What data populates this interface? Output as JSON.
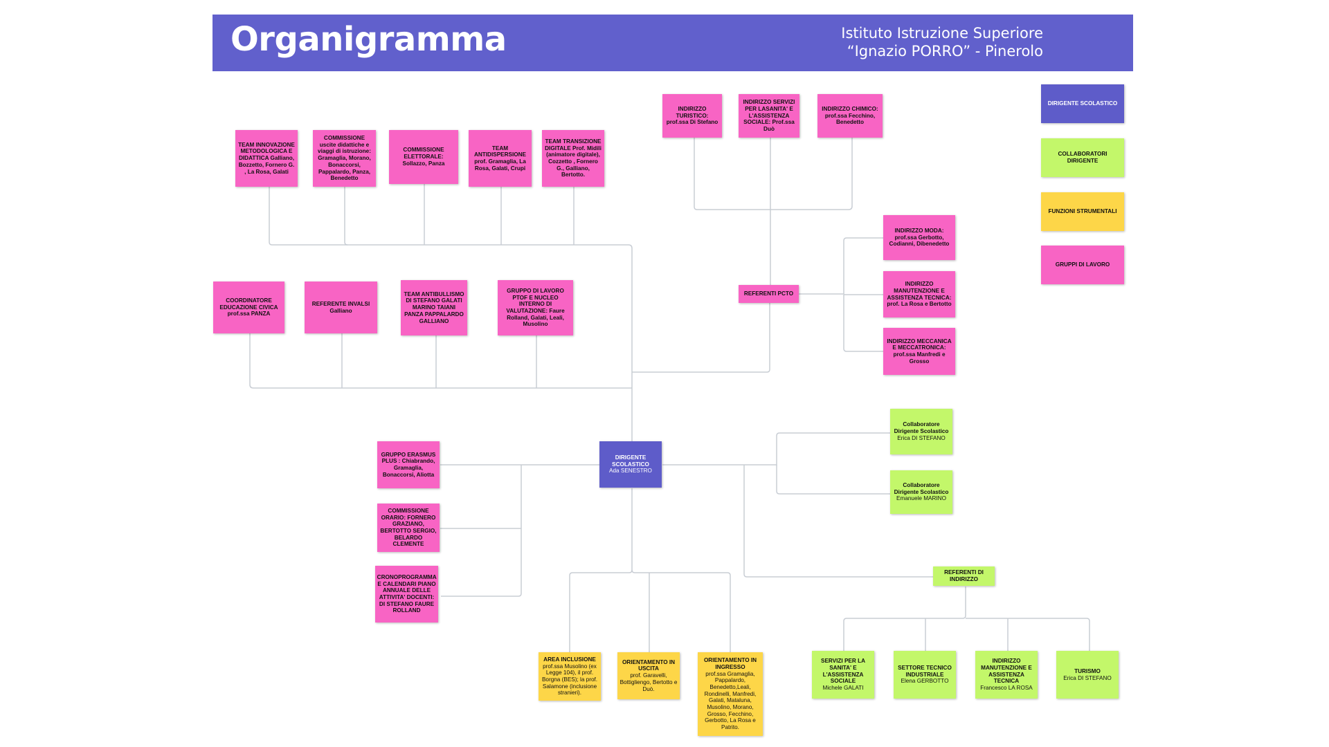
{
  "header": {
    "title": "Organigramma",
    "institute_line1": "Istituto Istruzione Superiore",
    "institute_line2": "“Ignazio PORRO” - Pinerolo"
  },
  "colors": {
    "header": "#6160cc",
    "dirigente": "#5e5cc9",
    "collaboratori": "#c3f76a",
    "funzioni_strumentali": "#fdd648",
    "gruppi_di_lavoro": "#f864c4",
    "connector": "#c8cdd4"
  },
  "legend": [
    {
      "label": "DIRIGENTE SCOLASTICO",
      "color": "#5e5cc9"
    },
    {
      "label": "COLLABORATORI DIRIGENTE",
      "color": "#c3f76a"
    },
    {
      "label": "FUNZIONI STRUMENTALI",
      "color": "#fdd648"
    },
    {
      "label": "GRUPPI DI LAVORO",
      "color": "#f864c4"
    }
  ],
  "nodes": {
    "dirigente": {
      "title": "DIRIGENTE SCOLASTICO",
      "detail": "Ada SENESTRO"
    },
    "team_innovazione": {
      "title": "TEAM INNOVAZIONE METODOLOGICA E DIDATTICA Galliano, Bozzetto, Fornero G. , La Rosa, Galati",
      "detail": ""
    },
    "commissione_uscite": {
      "title": "COMMISSIONE uscite didattiche e viaggi di istruzione: Gramaglia, Morano, Bonaccorsi, Pappalardo, Panza, Benedetto",
      "detail": ""
    },
    "commissione_elettorale": {
      "title": "COMMISSIONE ELETTORALE: Sollazzo, Panza",
      "detail": ""
    },
    "team_antidispersione": {
      "title": "TEAM ANTIDISPERSIONE prof. Gramaglia, La Rosa, Galati, Crupi",
      "detail": ""
    },
    "team_transizione": {
      "title": "TEAM TRANSIZIONE DIGITALE Prof. Midili (animatore digitale), Cozzetto , Fornero G., Galliano, Bertotto.",
      "detail": ""
    },
    "coordinatore_civica": {
      "title": "COORDINATORE EDUCAZIONE CIVICA prof.ssa PANZA",
      "detail": ""
    },
    "referente_invalsi": {
      "title": "REFERENTE INVALSI Galliano",
      "detail": ""
    },
    "team_antibullismo": {
      "title": "TEAM ANTIBULLISMO DI STEFANO GALATI MARINO TAIANI PANZA PAPPALARDO GALLIANO",
      "detail": ""
    },
    "gruppo_ptof": {
      "title": "GRUPPO DI LAVORO PTOF E NUCLEO INTERNO DI VALUTAZIONE: Faure Rolland, Galati, Leali, Musolino",
      "detail": ""
    },
    "indirizzo_turistico": {
      "title": "INDIRIZZO TURISTICO: prof.ssa Di Stefano",
      "detail": ""
    },
    "indirizzo_servizi": {
      "title": "INDIRIZZO SERVIZI PER LASANITA' E L'ASSISTENZA SOCIALE: Prof.ssa Duò",
      "detail": ""
    },
    "indirizzo_chimico": {
      "title": "INDIRIZZO CHIMICO: prof.ssa Fecchino, Benedetto",
      "detail": ""
    },
    "referenti_pcto": {
      "title": "REFERENTI PCTO",
      "detail": ""
    },
    "indirizzo_moda": {
      "title": "INDIRIZZO MODA: prof.ssa Gerbotto, Codianni, Dibenedetto",
      "detail": ""
    },
    "indirizzo_manutenzione": {
      "title": "INDIRIZZO MANUTENZIONE E ASSISTENZA TECNICA: prof. La Rosa e Bertotto",
      "detail": ""
    },
    "indirizzo_meccanica": {
      "title": "INDIRIZZO MECCANICA E MECCATRONICA: prof.ssa Manfredi e Grosso",
      "detail": ""
    },
    "gruppo_erasmus": {
      "title": "GRUPPO ERASMUS PLUS : Chiabrando, Gramaglia, Bonaccorsi, Aliotta",
      "detail": ""
    },
    "commissione_orario": {
      "title": "COMMISSIONE ORARIO: FORNERO GRAZIANO, BERTOTTO SERGIO, BELARDO CLEMENTE",
      "detail": ""
    },
    "cronoprogramma": {
      "title": "CRONOPROGRAMMA E CALENDARI PIANO ANNUALE DELLE ATTIVITA' DOCENTI: DI STEFANO FAURE ROLLAND",
      "detail": ""
    },
    "collaboratore_1": {
      "title": "Collaboratore Dirigente Scolastico",
      "detail": "Erica DI STEFANO"
    },
    "collaboratore_2": {
      "title": "Collaboratore Dirigente Scolastico",
      "detail": "Emanuele MARINO"
    },
    "referenti_indirizzo": {
      "title": "REFERENTI DI INDIRIZZO",
      "detail": ""
    },
    "area_inclusione": {
      "title": "AREA INCLUSIONE",
      "detail": "prof.ssa Musolino (ex Legge 104), il prof. Borgna (BES); la prof. Salamone (inclusione stranieri)."
    },
    "orientamento_uscita": {
      "title": "ORIENTAMENTO IN USCITA",
      "detail": "prof. Garavelli, Bottigliengo, Bertotto e Duò."
    },
    "orientamento_ingresso": {
      "title": "ORIENTAMENTO IN INGRESSO",
      "detail": "prof.ssa Gramaglia, Pappalardo, Benedetto,Leali, Rondinelli, Manfredi, Galati, Mataluna, Musolino, Morano, Grosso, Fecchino, Gerbotto, La Rosa e Patrito."
    },
    "servizi_sanita": {
      "title": "SERVIZI PER LA SANITA' E L'ASSISTENZA SOCIALE",
      "detail": "Michele GALATI"
    },
    "settore_tecnico": {
      "title": "SETTORE TECNICO INDUSTRIALE",
      "detail": "Elena GERBOTTO"
    },
    "indirizzo_manutenzione_ref": {
      "title": "INDIRIZZO MANUTENZIONE E ASSISTENZA TECNICA",
      "detail": "Francesco LA ROSA"
    },
    "turismo": {
      "title": "TURISMO",
      "detail": "Erica DI STEFANO"
    }
  }
}
